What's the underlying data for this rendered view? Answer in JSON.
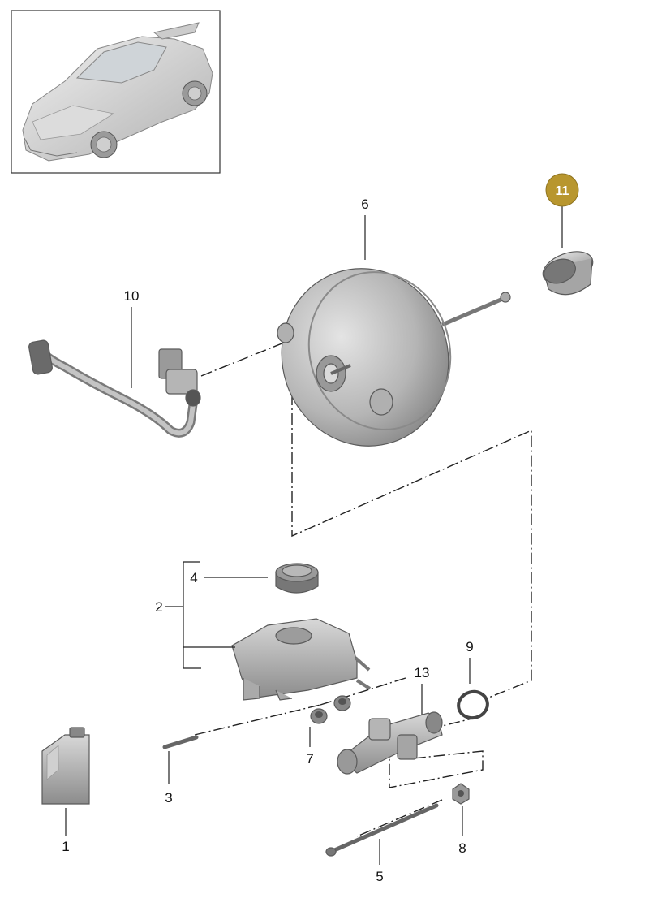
{
  "diagram": {
    "callouts": [
      {
        "id": "1",
        "label": "1"
      },
      {
        "id": "2",
        "label": "2"
      },
      {
        "id": "3",
        "label": "3"
      },
      {
        "id": "4",
        "label": "4"
      },
      {
        "id": "5",
        "label": "5"
      },
      {
        "id": "6",
        "label": "6"
      },
      {
        "id": "7",
        "label": "7"
      },
      {
        "id": "8",
        "label": "8"
      },
      {
        "id": "9",
        "label": "9"
      },
      {
        "id": "10",
        "label": "10"
      },
      {
        "id": "11",
        "label": "11",
        "highlighted": true
      },
      {
        "id": "13",
        "label": "13"
      }
    ],
    "colors": {
      "highlight_badge": "#b8962e",
      "part_fill": "#b9b9b9",
      "line": "#222222"
    }
  }
}
